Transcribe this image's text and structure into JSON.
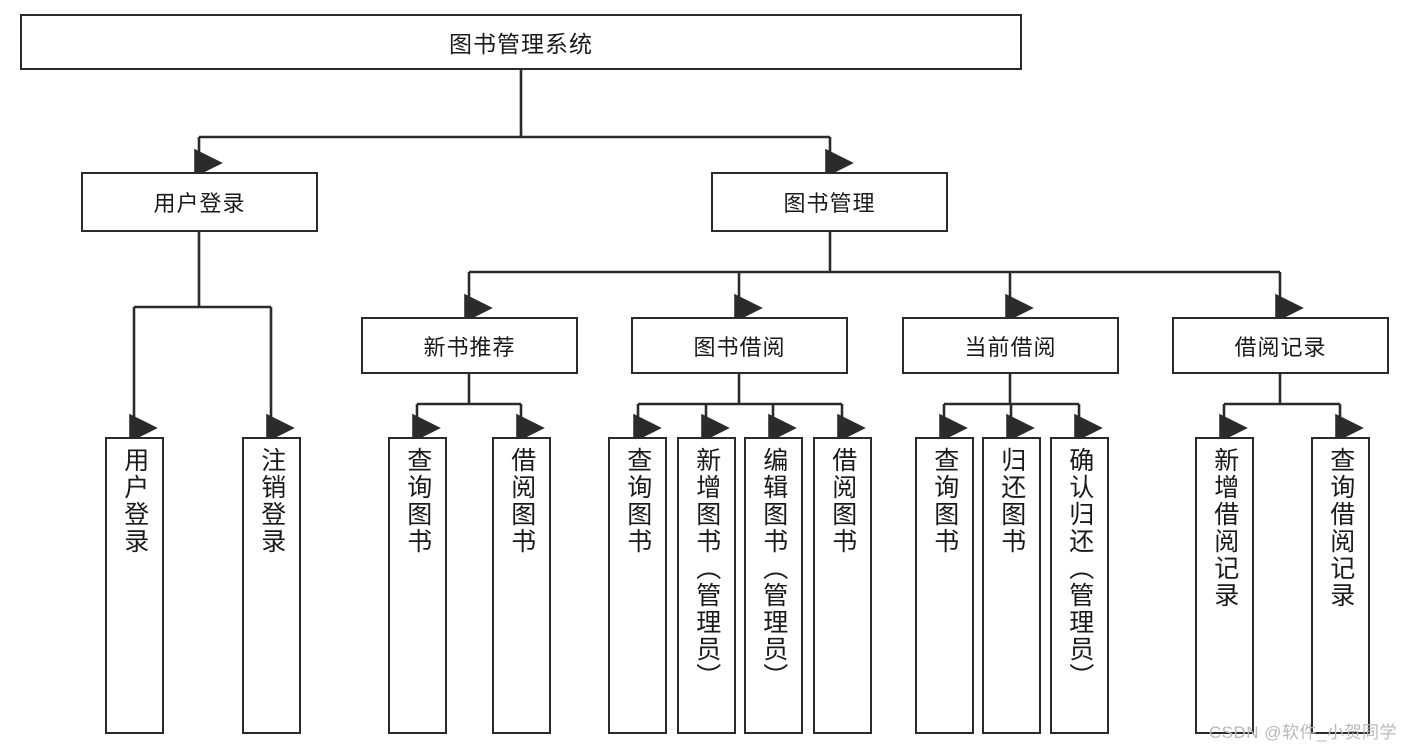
{
  "diagram": {
    "title": "图书管理系统",
    "type": "hierarchy-tree",
    "root": {
      "id": "root",
      "label": "图书管理系统"
    },
    "level2": [
      {
        "id": "user-login",
        "label": "用户登录"
      },
      {
        "id": "book-manage",
        "label": "图书管理"
      }
    ],
    "level3": [
      {
        "id": "new-book-recommend",
        "label": "新书推荐",
        "parent": "book-manage"
      },
      {
        "id": "book-borrow",
        "label": "图书借阅",
        "parent": "book-manage"
      },
      {
        "id": "current-borrow",
        "label": "当前借阅",
        "parent": "book-manage"
      },
      {
        "id": "borrow-record",
        "label": "借阅记录",
        "parent": "book-manage"
      }
    ],
    "leaves": [
      {
        "id": "leaf-user-login",
        "label": "用户登录",
        "parent": "user-login"
      },
      {
        "id": "leaf-user-logout",
        "label": "注销登录",
        "parent": "user-login"
      },
      {
        "id": "leaf-query-book-1",
        "label": "查询图书",
        "parent": "new-book-recommend"
      },
      {
        "id": "leaf-borrow-book-1",
        "label": "借阅图书",
        "parent": "new-book-recommend"
      },
      {
        "id": "leaf-query-book-2",
        "label": "查询图书",
        "parent": "book-borrow"
      },
      {
        "id": "leaf-add-book",
        "label": "新增图书（管理员）",
        "parent": "book-borrow"
      },
      {
        "id": "leaf-edit-book",
        "label": "编辑图书（管理员）",
        "parent": "book-borrow"
      },
      {
        "id": "leaf-borrow-book-2",
        "label": "借阅图书",
        "parent": "book-borrow"
      },
      {
        "id": "leaf-query-book-3",
        "label": "查询图书",
        "parent": "current-borrow"
      },
      {
        "id": "leaf-return-book",
        "label": "归还图书",
        "parent": "current-borrow"
      },
      {
        "id": "leaf-confirm-return",
        "label": "确认归还（管理员）",
        "parent": "current-borrow"
      },
      {
        "id": "leaf-add-record",
        "label": "新增借阅记录",
        "parent": "borrow-record"
      },
      {
        "id": "leaf-query-record",
        "label": "查询借阅记录",
        "parent": "borrow-record"
      }
    ],
    "colors": {
      "stroke": "#2b2b2b",
      "fill": "#ffffff",
      "text": "#1a1a1a",
      "watermark": "#b9b9b9"
    }
  },
  "watermark": {
    "text": "CSDN @软件_小贺同学"
  }
}
